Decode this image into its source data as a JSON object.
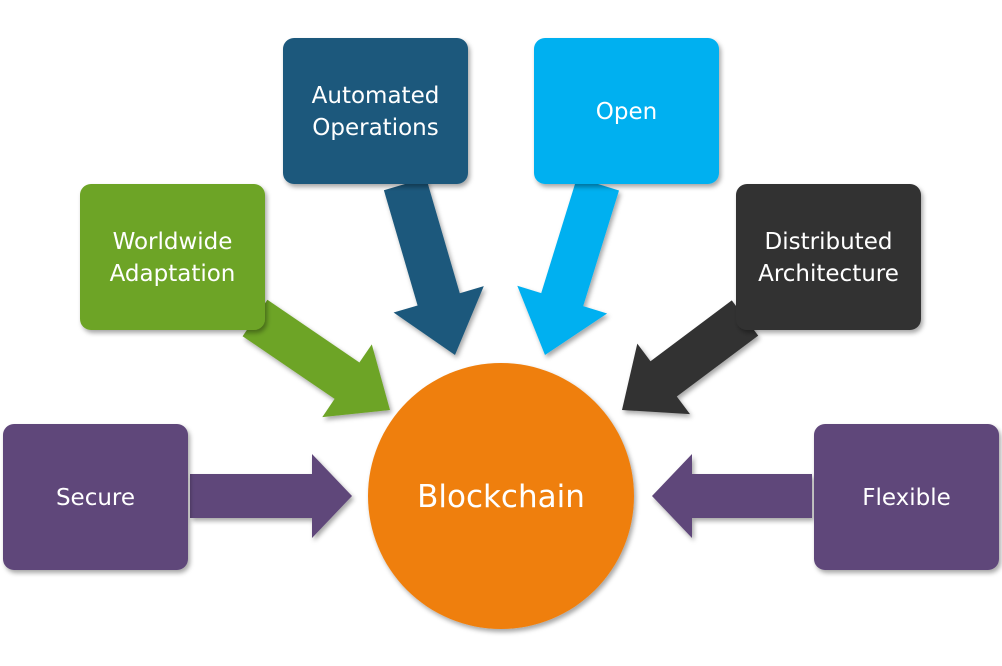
{
  "center": {
    "label": "Blockchain",
    "color": "#ef7f0b"
  },
  "nodes": [
    {
      "id": "secure",
      "lines": [
        "Secure"
      ],
      "color": "#5f467a"
    },
    {
      "id": "worldwide-adaptation",
      "lines": [
        "Worldwide",
        "Adaptation"
      ],
      "color": "#6da425"
    },
    {
      "id": "automated-operations",
      "lines": [
        "Automated",
        "Operations"
      ],
      "color": "#1b587b"
    },
    {
      "id": "open",
      "lines": [
        "Open"
      ],
      "color": "#02b0f0"
    },
    {
      "id": "distributed-architecture",
      "lines": [
        "Distributed",
        "Architecture"
      ],
      "color": "#333333"
    },
    {
      "id": "flexible",
      "lines": [
        "Flexible"
      ],
      "color": "#5f467a"
    }
  ]
}
